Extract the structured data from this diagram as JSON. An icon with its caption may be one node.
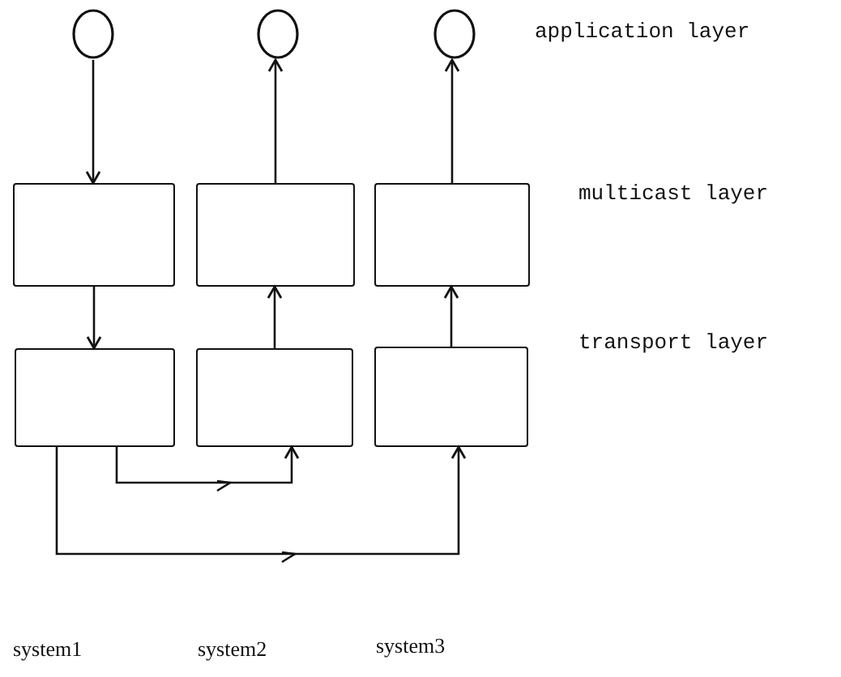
{
  "diagram": {
    "nodes": [
      {
        "text": [],
        "shape": "circle"
      },
      {
        "text": [],
        "shape": "circle"
      },
      {
        "text": [],
        "shape": "circle"
      },
      {
        "text": [],
        "shape": "box"
      },
      {
        "text": [],
        "shape": "box"
      },
      {
        "text": [],
        "shape": "box"
      },
      {
        "text": [],
        "shape": "box"
      },
      {
        "text": [],
        "shape": "box"
      },
      {
        "text": [],
        "shape": "box"
      }
    ],
    "edges": [
      {
        "from": 0,
        "to": 3,
        "arrow": "to"
      },
      {
        "from": 3,
        "to": 6,
        "arrow": "to"
      },
      {
        "from": 6,
        "to": 7,
        "arrow": "to"
      },
      {
        "from": 6,
        "to": 8,
        "arrow": "to"
      },
      {
        "from": 7,
        "to": 4,
        "arrow": "to"
      },
      {
        "from": 4,
        "to": 1,
        "arrow": "to"
      },
      {
        "from": 8,
        "to": 5,
        "arrow": "to"
      },
      {
        "from": 5,
        "to": 2,
        "arrow": "to"
      }
    ],
    "labels": [
      "application layer",
      "multicast layer",
      "transport layer",
      "system1",
      "system2",
      "system3"
    ]
  }
}
